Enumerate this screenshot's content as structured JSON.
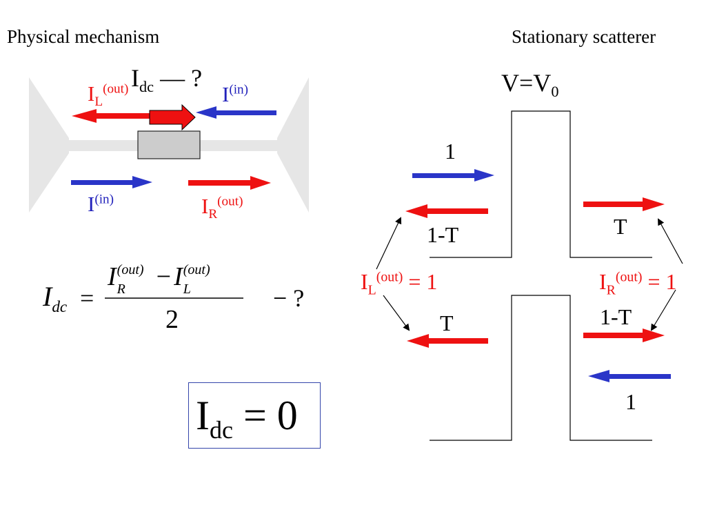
{
  "headings": {
    "left": "Physical mechanism",
    "right": "Stationary scatterer"
  },
  "left_panel": {
    "idc_question": {
      "base": "I",
      "sub": "dc",
      "tail": " — ?"
    },
    "il_out": {
      "base": "I",
      "sub": "L",
      "sup": "(out)"
    },
    "i_in_top": {
      "base": "I",
      "sup": "(in)"
    },
    "i_in_bottom": {
      "base": "I",
      "sup": "(in)"
    },
    "ir_out": {
      "base": "I",
      "sub": "R",
      "sup": "(out)"
    }
  },
  "formula": {
    "lhs_base": "I",
    "lhs_sub": "dc",
    "equals": "=",
    "num_a_base": "I",
    "num_a_sup": "(out)",
    "num_a_sub": "R",
    "minus": "−",
    "num_b_base": "I",
    "num_b_sup": "(out)",
    "num_b_sub": "L",
    "denominator": "2",
    "tail": "− ?"
  },
  "result": {
    "base": "I",
    "sub": "dc",
    "rest": " = 0"
  },
  "right_panel": {
    "barrier_label": {
      "base": "V=V",
      "sub": "0"
    },
    "top_incident": "1",
    "top_reflected": "1-T",
    "top_transmitted": "T",
    "bottom_transmitted": "T",
    "bottom_reflected": "1-T",
    "bottom_incident": "1",
    "il_eq": {
      "base": "I",
      "sub": "L",
      "sup": "(out)",
      "rest": " = 1"
    },
    "ir_eq": {
      "base": "I",
      "sub": "R",
      "sup": "(out)",
      "rest": " = 1"
    }
  },
  "colors": {
    "red": "#ee1111",
    "blue": "#2222bb",
    "gray_shape": "#e6e6e6",
    "box_fill": "#cccccc",
    "frame": "#3344aa"
  }
}
